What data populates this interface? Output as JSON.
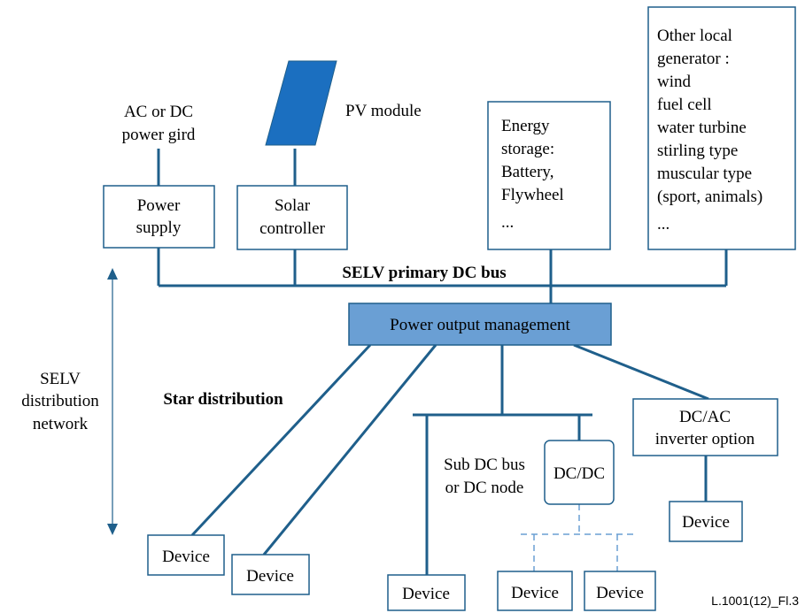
{
  "colors": {
    "line": "#1f5f8b",
    "pv_panel": "#1b6fc0",
    "management_fill": "#6a9fd4",
    "text": "#000000"
  },
  "labels": {
    "grid_line1": "AC or DC",
    "grid_line2": "power gird",
    "pv_module": "PV module",
    "power_supply_line1": "Power",
    "power_supply_line2": "supply",
    "solar_line1": "Solar",
    "solar_line2": "controller",
    "energy_storage": [
      "Energy",
      "storage:",
      "Battery,",
      "Flywheel",
      "..."
    ],
    "other_generator": [
      "Other local",
      "generator :",
      "wind",
      "fuel cell",
      "water turbine",
      "stirling type",
      "muscular type",
      "(sport, animals)",
      "..."
    ],
    "primary_bus": "SELV primary DC bus",
    "management": "Power output management",
    "selv_network": [
      "SELV",
      "distribution",
      "network"
    ],
    "star_distribution": "Star distribution",
    "inverter_line1": "DC/AC",
    "inverter_line2": "inverter option",
    "sub_bus_line1": "Sub DC bus",
    "sub_bus_line2": "or DC node",
    "dcdc": "DC/DC",
    "device": "Device",
    "figure_id": "L.1001(12)_Fl.3"
  }
}
